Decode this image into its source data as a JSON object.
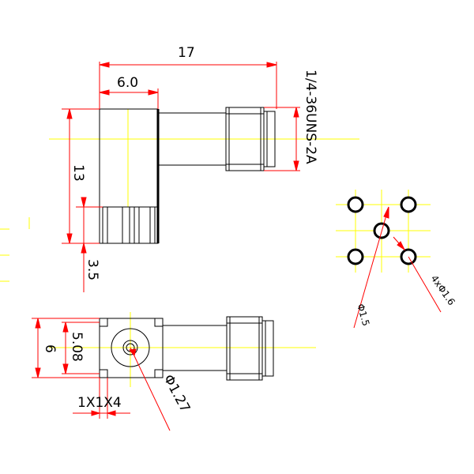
{
  "colors": {
    "outline": "#000000",
    "dimension": "#ff0000",
    "centerline": "#ffff00"
  },
  "dimensions": {
    "overall_length": "17",
    "body_length": "6.0",
    "thread_spec": "1/4-36UNS-2A",
    "height": "13",
    "pin_length": "3.5",
    "bottom_width": "6",
    "pin_spacing": "5.08",
    "pin_pitch": "1X1X4",
    "center_hole": "Φ1.27",
    "pcb_center_hole": "Φ1.5",
    "pcb_corner_holes": "4xΦ1.6"
  }
}
